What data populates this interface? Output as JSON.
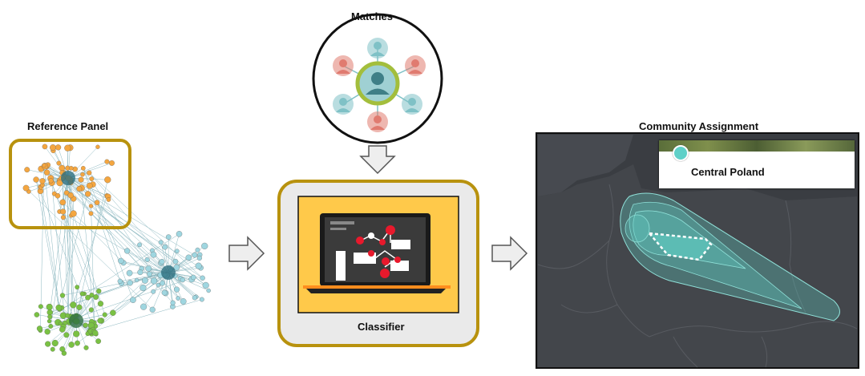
{
  "panels": {
    "reference": {
      "title": "Reference Panel"
    },
    "matches": {
      "title": "Matches"
    },
    "classifier": {
      "title": "Classifier"
    },
    "community": {
      "title": "Community Assignment",
      "location_name": "Central Poland"
    }
  },
  "colors": {
    "gold_border": "#b8920e",
    "classifier_fill": "#ffc94a",
    "map_bg": "#3a3d42",
    "map_land": "#42454a",
    "cone_fill": "#5fc7bd",
    "orange_nodes": "#f4a640",
    "blue_nodes": "#9fd6e0",
    "green_nodes": "#7ac143",
    "red_accent": "#e8192c",
    "match_red": "#e07b70",
    "match_teal": "#7fc1c6"
  },
  "icons": [
    "right-arrow-icon",
    "down-arrow-icon",
    "laptop-icon",
    "person-icon",
    "map-pin-icon"
  ]
}
